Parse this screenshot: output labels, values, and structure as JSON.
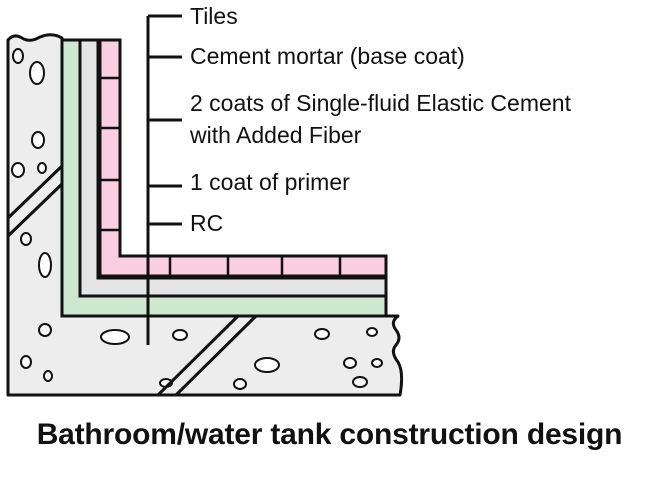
{
  "labels": {
    "tiles": "Tiles",
    "mortar": "Cement mortar (base coat)",
    "elastic_line1": "2 coats of Single-fluid Elastic Cement",
    "elastic_line2": "with Added Fiber",
    "primer": "1 coat of primer",
    "rc": "RC"
  },
  "caption": "Bathroom/water tank construction design",
  "colors": {
    "concrete": "#ededed",
    "primer": "#cde8cf",
    "elastic": "#e4e4e4",
    "mortar": "#f0f0f0",
    "tiles": "#f9cede",
    "stroke": "#111111"
  }
}
